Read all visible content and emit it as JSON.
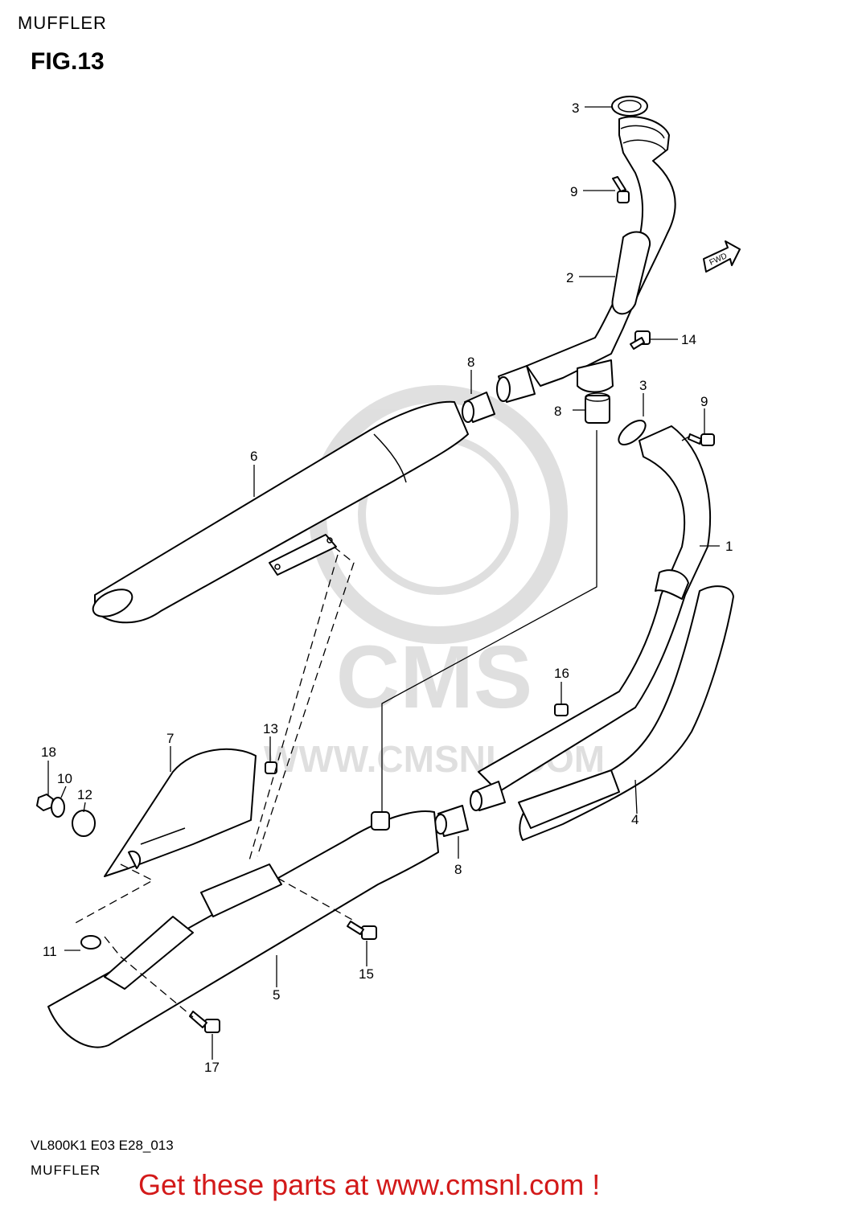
{
  "header": {
    "title": "MUFFLER",
    "figure": "FIG.13"
  },
  "footer": {
    "code": "VL800K1 E03 E28_013",
    "name": "MUFFLER",
    "cta": "Get these parts at www.cmsnl.com !"
  },
  "diagram": {
    "direction_label": "FWD",
    "watermark": {
      "brand": "CMS",
      "url": "WWW.CMSNL.COM"
    },
    "callouts": {
      "c1": "1",
      "c2": "2",
      "c3a": "3",
      "c3b": "3",
      "c4": "4",
      "c5": "5",
      "c6": "6",
      "c7": "7",
      "c8a": "8",
      "c8b": "8",
      "c8c": "8",
      "c9a": "9",
      "c9b": "9",
      "c10": "10",
      "c11": "11",
      "c12": "12",
      "c13": "13",
      "c14": "14",
      "c15": "15",
      "c16": "16",
      "c17": "17",
      "c18": "18"
    }
  }
}
